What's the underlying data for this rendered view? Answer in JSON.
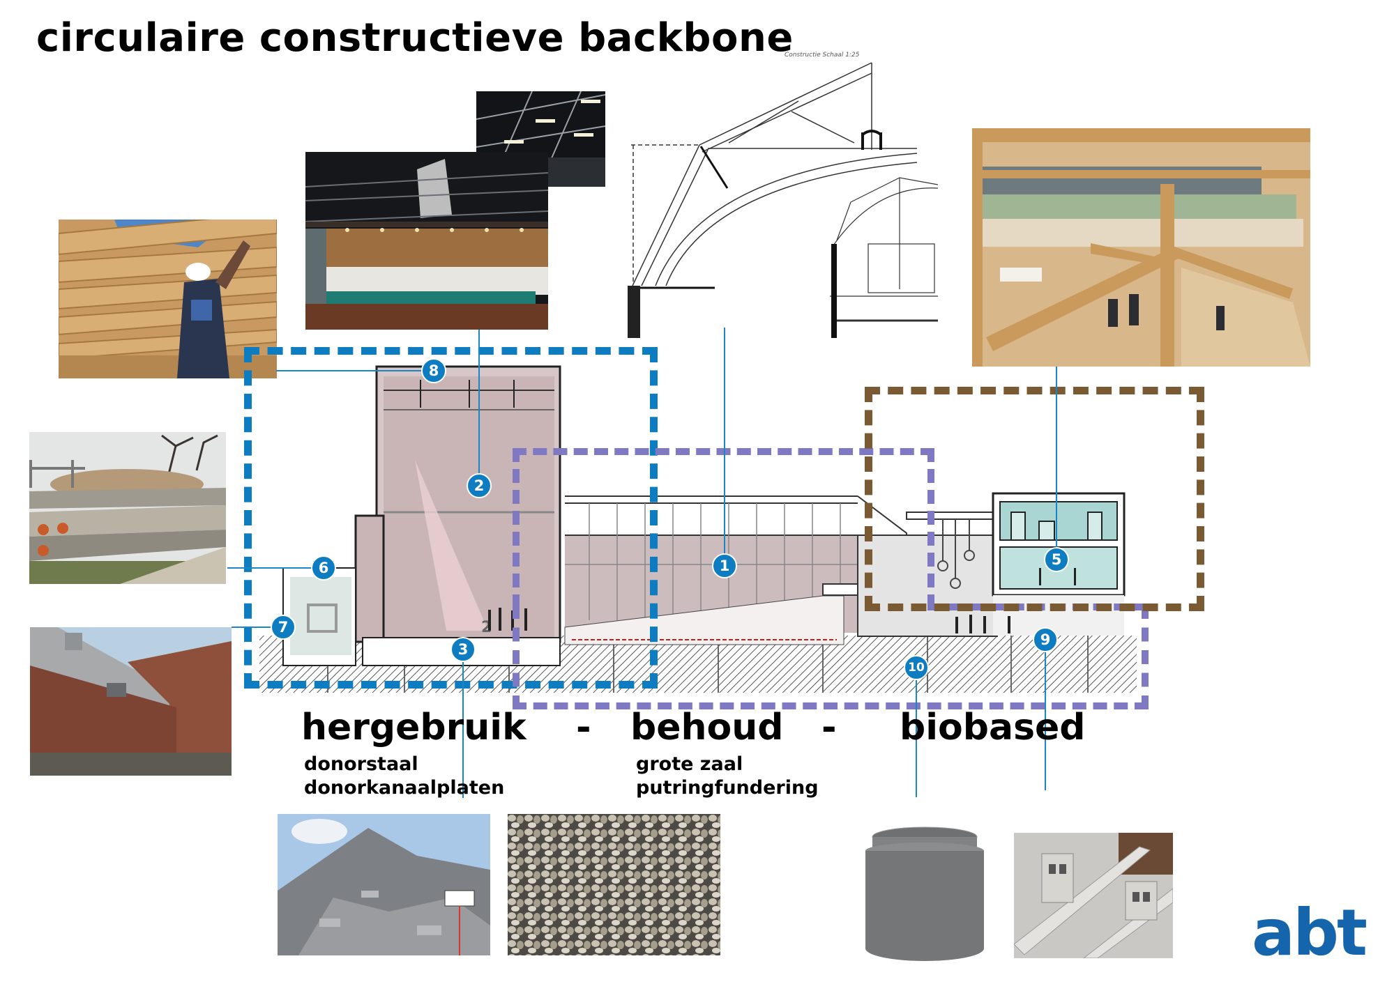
{
  "title": "circulaire constructieve backbone",
  "drawing_caption": "Constructie Schaal 1:25",
  "themes": {
    "reuse": "hergebruik",
    "sep1": "-",
    "preserve": "behoud",
    "sep2": "-",
    "biobased": "biobased"
  },
  "reuse_items": [
    "donorstaal",
    "donorkanaalplaten"
  ],
  "preserve_items": [
    "grote zaal",
    "putringfundering"
  ],
  "badges": [
    "1",
    "2",
    "3",
    "5",
    "6",
    "7",
    "8",
    "9",
    "10"
  ],
  "section_labels": {
    "stage_number": "2"
  },
  "logo": "abt",
  "colors": {
    "reuse_frame": "#0d7cc1",
    "preserve_frame": "#7e79c2",
    "biobased_frame": "#7a5a32",
    "badge": "#0d7cc1",
    "logo": "#1565ad"
  },
  "photos": [
    {
      "name": "timber-beams-worker-photo"
    },
    {
      "name": "stage-ceiling-grid-photo"
    },
    {
      "name": "foyer-interior-photo"
    },
    {
      "name": "historic-truss-drawing"
    },
    {
      "name": "timber-atrium-photo"
    },
    {
      "name": "hollow-core-slabs-photo"
    },
    {
      "name": "brick-building-photo"
    },
    {
      "name": "concrete-rubble-photo"
    },
    {
      "name": "crushed-aggregate-photo"
    },
    {
      "name": "concrete-well-ring-photo"
    },
    {
      "name": "concrete-blocks-photo"
    }
  ]
}
